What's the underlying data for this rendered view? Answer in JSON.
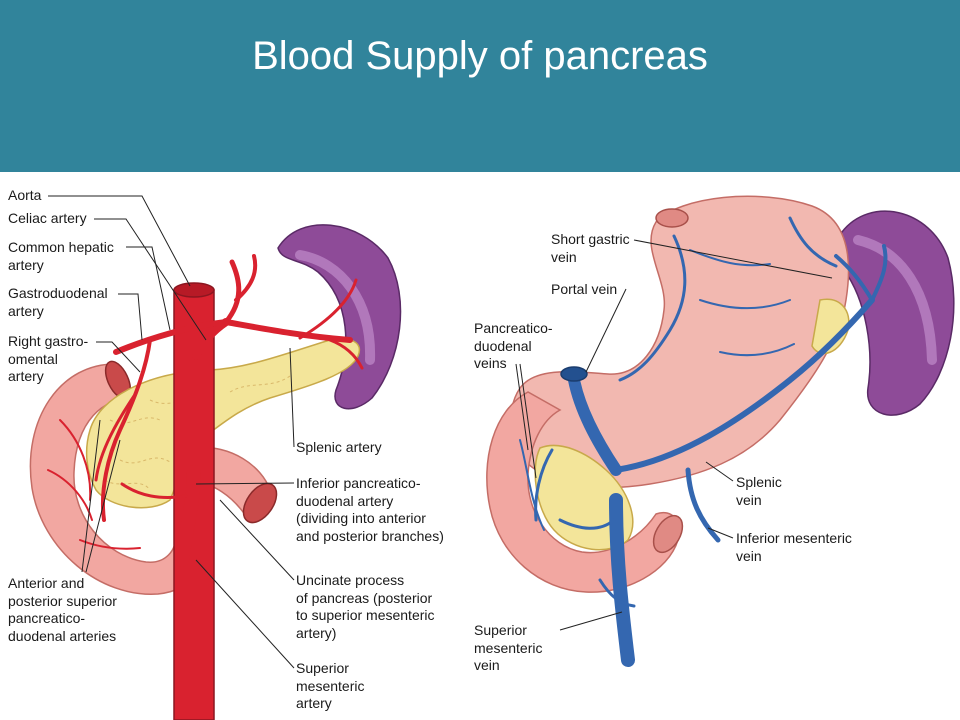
{
  "title": "Blood Supply of pancreas",
  "colors": {
    "banner": "#31849b",
    "title_text": "#ffffff",
    "artery": "#d9222f",
    "vein": "#3467b0",
    "pancreas": "#f3e59a",
    "spleen": "#8e4b98",
    "gut": "#f2a7a1"
  },
  "left_figure": {
    "labels": {
      "aorta": "Aorta",
      "celiac": "Celiac artery",
      "common_hepatic": "Common hepatic\nartery",
      "gastroduodenal": "Gastroduodenal\nartery",
      "right_gastroomental": "Right gastro-\nomental\nartery",
      "splenic": "Splenic artery",
      "inferior_pd": "Inferior pancreatico-\nduodenal artery\n(dividing into anterior\nand posterior branches)",
      "anterior_posterior": "Anterior and\nposterior superior\npancreatico-\nduodenal arteries",
      "uncinate": "Uncinate process\nof pancreas (posterior\nto superior mesenteric\nartery)",
      "sma": "Superior\nmesenteric\nartery"
    }
  },
  "right_figure": {
    "labels": {
      "short_gastric": "Short gastric\nvein",
      "portal": "Portal vein",
      "pd_veins": "Pancreatico-\nduodenal\nveins",
      "splenic_vein": "Splenic\nvein",
      "imv": "Inferior mesenteric\nvein",
      "smv": "Superior\nmesenteric\nvein"
    }
  }
}
